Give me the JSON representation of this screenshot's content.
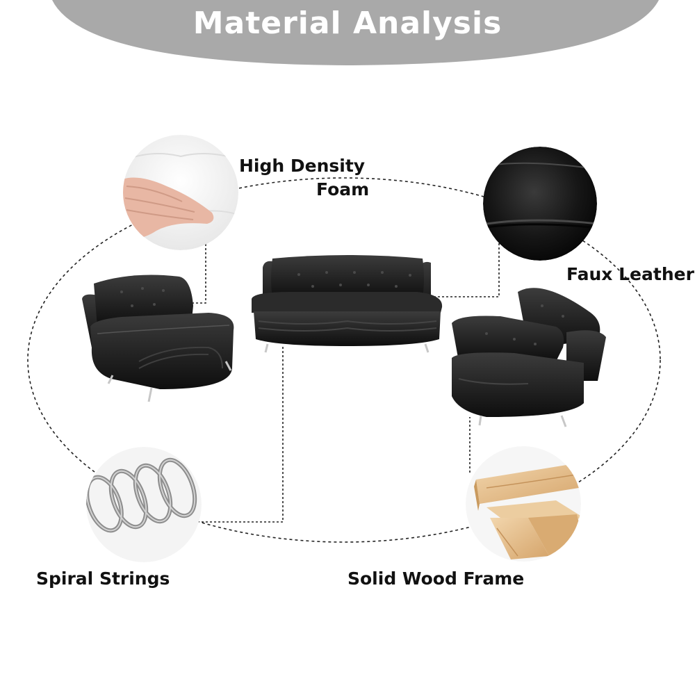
{
  "banner": {
    "title": "Material Analysis",
    "color": "#a9a9a9"
  },
  "labels": {
    "foam_line1": "High Density",
    "foam_line2": "Foam",
    "leather": "Faux Leather",
    "springs": "Spiral Strings",
    "wood": "Solid Wood Frame"
  },
  "colors": {
    "leather": "#1c1c1c",
    "foam": "#f1f1f1",
    "wood": "#e2bd8b",
    "steel": "#c7c7c7",
    "line": "#222222"
  }
}
